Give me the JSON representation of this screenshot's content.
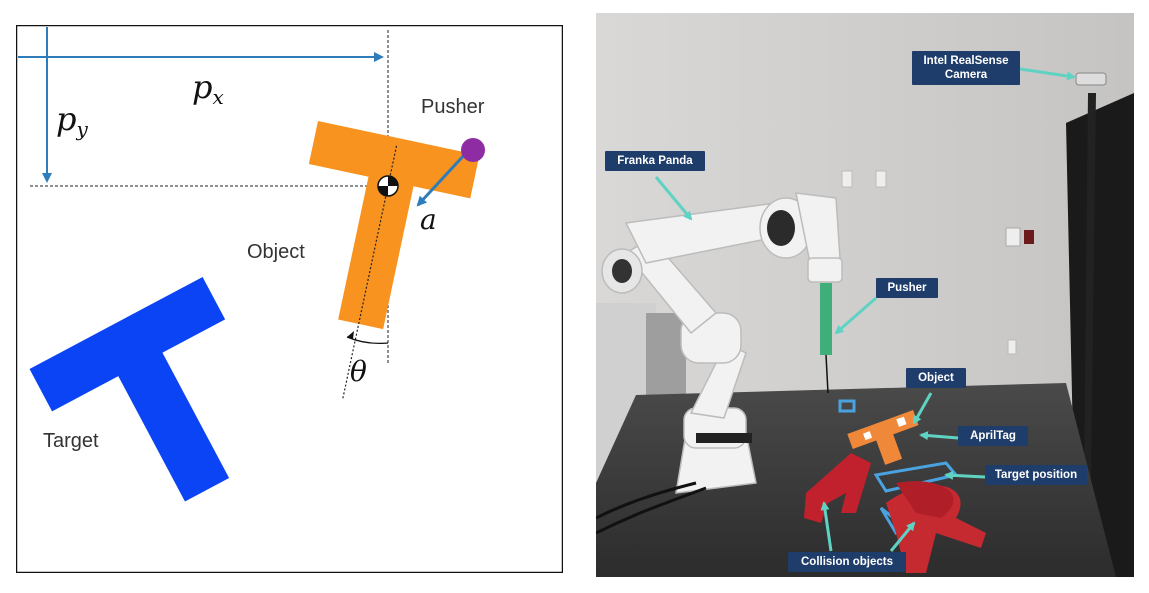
{
  "schematic": {
    "px_label": "p",
    "px_sub": "x",
    "py_label": "p",
    "py_sub": "y",
    "pusher_label": "Pusher",
    "object_label": "Object",
    "target_label": "Target",
    "a_label": "a",
    "theta_label": "θ",
    "colors": {
      "object": "#F7931E",
      "target": "#0B44F5",
      "pusher": "#8E2DA3",
      "arrow": "#2E7DBA"
    }
  },
  "photo": {
    "labels": {
      "camera": "Intel RealSense\nCamera",
      "franka": "Franka Panda",
      "pusher": "Pusher",
      "object": "Object",
      "apriltag": "AprilTag",
      "target": "Target position",
      "collision": "Collision objects"
    },
    "colors": {
      "label_bg": "#1f3d6b",
      "arrow": "#5fd3c3"
    }
  }
}
